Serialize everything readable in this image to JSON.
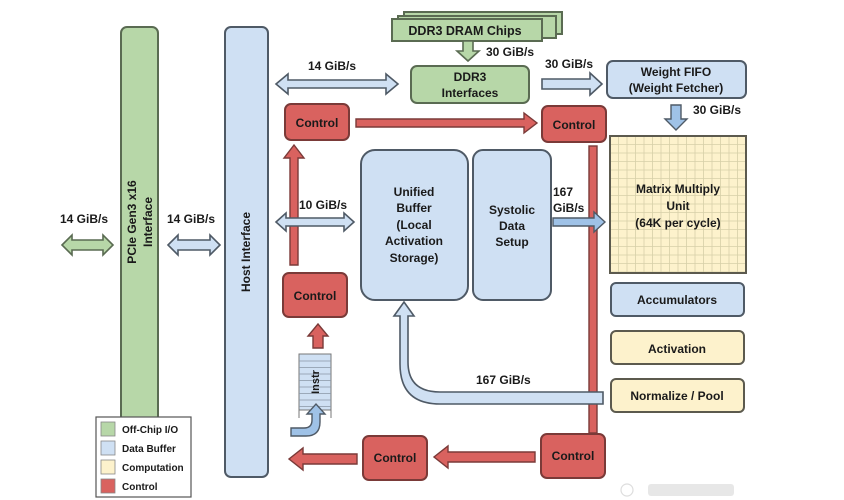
{
  "diagram": {
    "title": "TPU Block Diagram",
    "colors": {
      "off_chip_io": "#b7d7a8",
      "data_buffer": "#cfe0f3",
      "computation": "#fdf2cc",
      "control": "#d9625f"
    },
    "blocks": {
      "dram_chips": "DDR3 DRAM Chips",
      "ddr3_interfaces": [
        "DDR3",
        "Interfaces"
      ],
      "weight_fifo": [
        "Weight FIFO",
        "(Weight Fetcher)"
      ],
      "pcie": [
        "PCIe Gen3 x16",
        "Interface"
      ],
      "host_interface": "Host Interface",
      "unified_buffer": [
        "Unified",
        "Buffer",
        "(Local",
        "Activation",
        "Storage)"
      ],
      "systolic": [
        "Systolic",
        "Data",
        "Setup"
      ],
      "mmu": [
        "Matrix Multiply",
        "Unit",
        "(64K per cycle)"
      ],
      "accumulators": "Accumulators",
      "activation": "Activation",
      "normalize_pool": "Normalize / Pool",
      "instr": "Instr",
      "control": "Control"
    },
    "bandwidths": {
      "dram_to_ddr3": "30 GiB/s",
      "ddr3_to_fifo": "30 GiB/s",
      "fifo_to_mmu": "30 GiB/s",
      "host_to_ddr3": "14 GiB/s",
      "external_to_pcie": "14 GiB/s",
      "pcie_to_host": "14 GiB/s",
      "host_to_buffer": "10 GiB/s",
      "systolic_to_mmu": [
        "167",
        "GiB/s"
      ],
      "pool_to_buffer": "167 GiB/s"
    },
    "legend": [
      {
        "label": "Off-Chip I/O",
        "color": "#b7d7a8"
      },
      {
        "label": "Data Buffer",
        "color": "#cfe0f3"
      },
      {
        "label": "Computation",
        "color": "#fdf2cc"
      },
      {
        "label": "Control",
        "color": "#d9625f"
      }
    ]
  }
}
